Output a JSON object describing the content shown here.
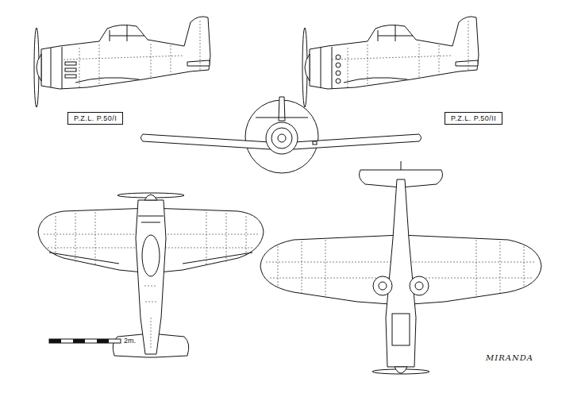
{
  "diagram": {
    "nodes": [
      {
        "text": [
          "P.Z.L. P.50/I"
        ]
      },
      {
        "text": [
          "P.Z.L. P.50/II"
        ]
      }
    ],
    "labels": [
      "2m.",
      "MIRANDA"
    ]
  }
}
